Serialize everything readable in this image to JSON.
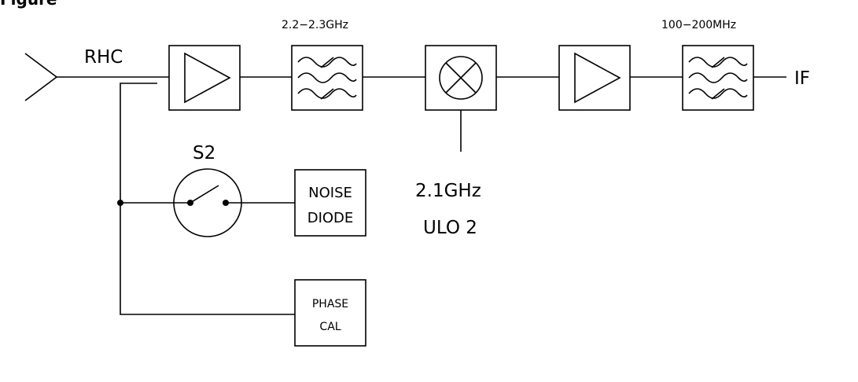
{
  "header": {
    "title_fragment": "Figure"
  },
  "labels": {
    "input": "RHC",
    "bandpass_1": "2.2−2.3GHz",
    "bandpass_2": "100−200MHz",
    "output": "IF",
    "switch": "S2",
    "lo_freq": "2.1GHz",
    "lo_name": "ULO 2",
    "noise_line1": "NOISE",
    "noise_line2": "DIODE",
    "phase_line1": "PHASE",
    "phase_line2": "CAL"
  },
  "icons": [
    "antenna-icon",
    "amplifier-icon",
    "bandpass-filter-icon",
    "mixer-icon",
    "switch-icon"
  ]
}
